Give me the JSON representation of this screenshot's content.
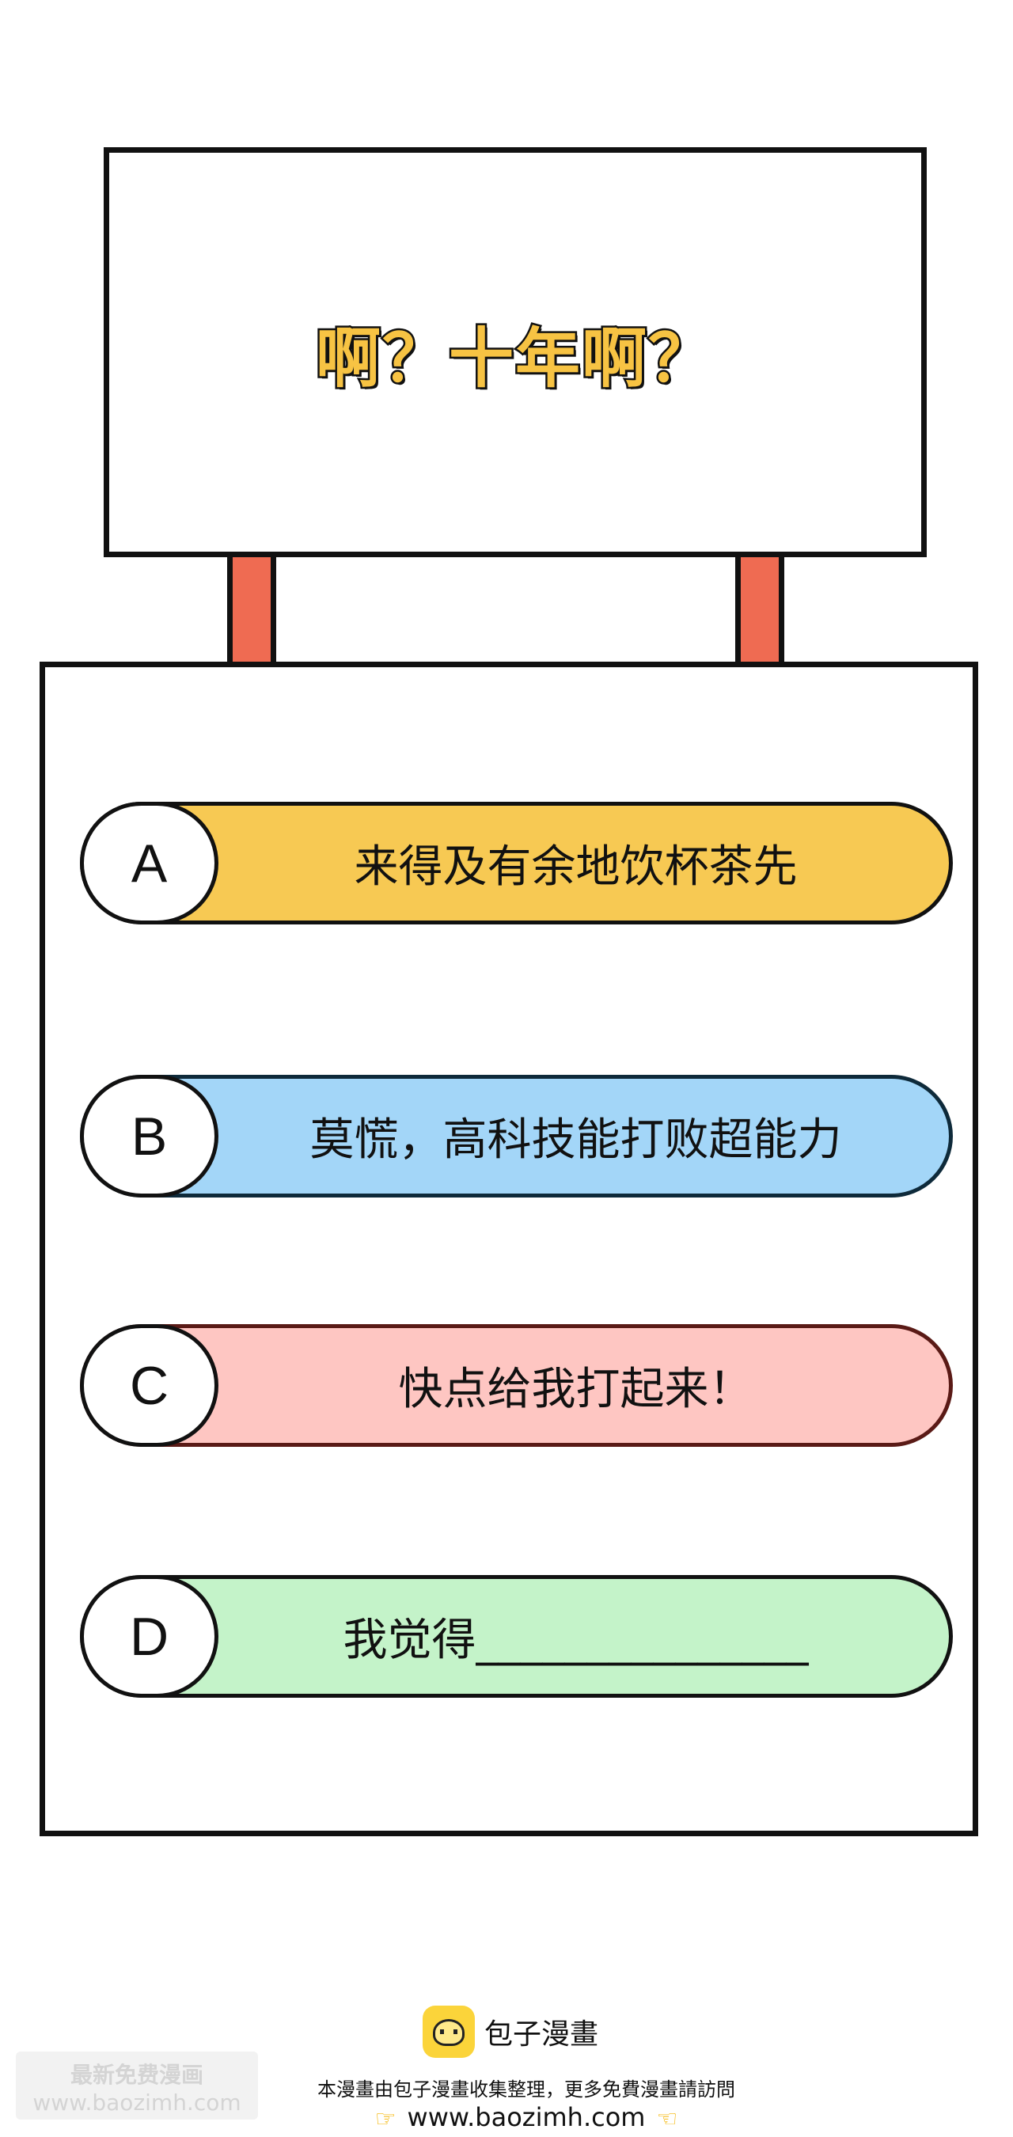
{
  "sign": {
    "title": "啊？十年啊？"
  },
  "options": [
    {
      "letter": "A",
      "text": "来得及有余地饮杯茶先",
      "color": "#f7c953"
    },
    {
      "letter": "B",
      "text": "莫慌，高科技能打败超能力",
      "color": "#a3d6f8"
    },
    {
      "letter": "C",
      "text": "快点给我打起来！",
      "color": "#fec6c2"
    },
    {
      "letter": "D",
      "text": "我觉得_______________",
      "color": "#c4f3c9"
    }
  ],
  "footer": {
    "logo_text": "包子漫畫",
    "notice": "本漫畫由包子漫畫收集整理，更多免費漫畫請訪問",
    "url": "www.baozimh.com",
    "hand_icon": "pointing-hand-icon"
  },
  "watermark": {
    "line1": "最新免费漫画",
    "line2": "www.baozimh.com"
  },
  "colors": {
    "title_fill": "#f7c343",
    "post": "#ef6b52",
    "logo": "#fbd43a"
  }
}
